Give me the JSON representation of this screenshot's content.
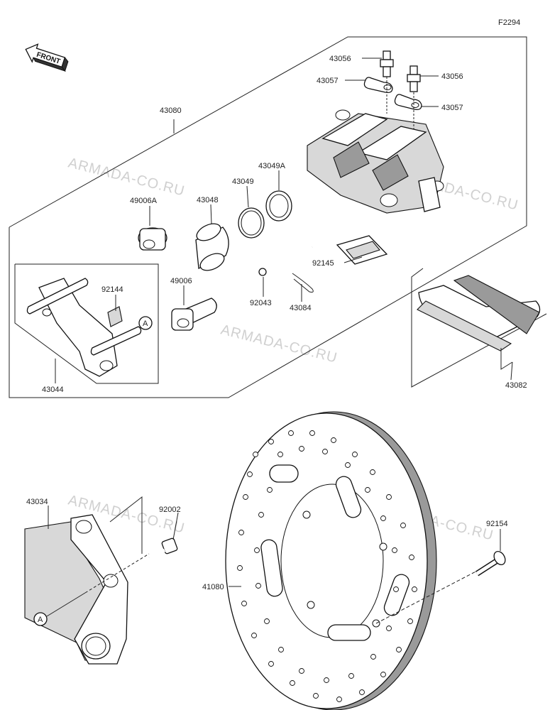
{
  "figure_code": "F2294",
  "front_label": "FRONT",
  "callout_a": "A",
  "watermark": "ARMADA-CO.RU",
  "parts": {
    "p43056a": "43056",
    "p43056b": "43056",
    "p43057a": "43057",
    "p43057b": "43057",
    "p43080": "43080",
    "p43049a": "43049A",
    "p43049": "43049",
    "p43048": "43048",
    "p49006a": "49006A",
    "p92145": "92145",
    "p92144": "92144",
    "p49006": "49006",
    "p92043": "92043",
    "p43084": "43084",
    "p43044": "43044",
    "p43082": "43082",
    "p43034": "43034",
    "p92002": "92002",
    "p92154": "92154",
    "p41080": "41080"
  }
}
